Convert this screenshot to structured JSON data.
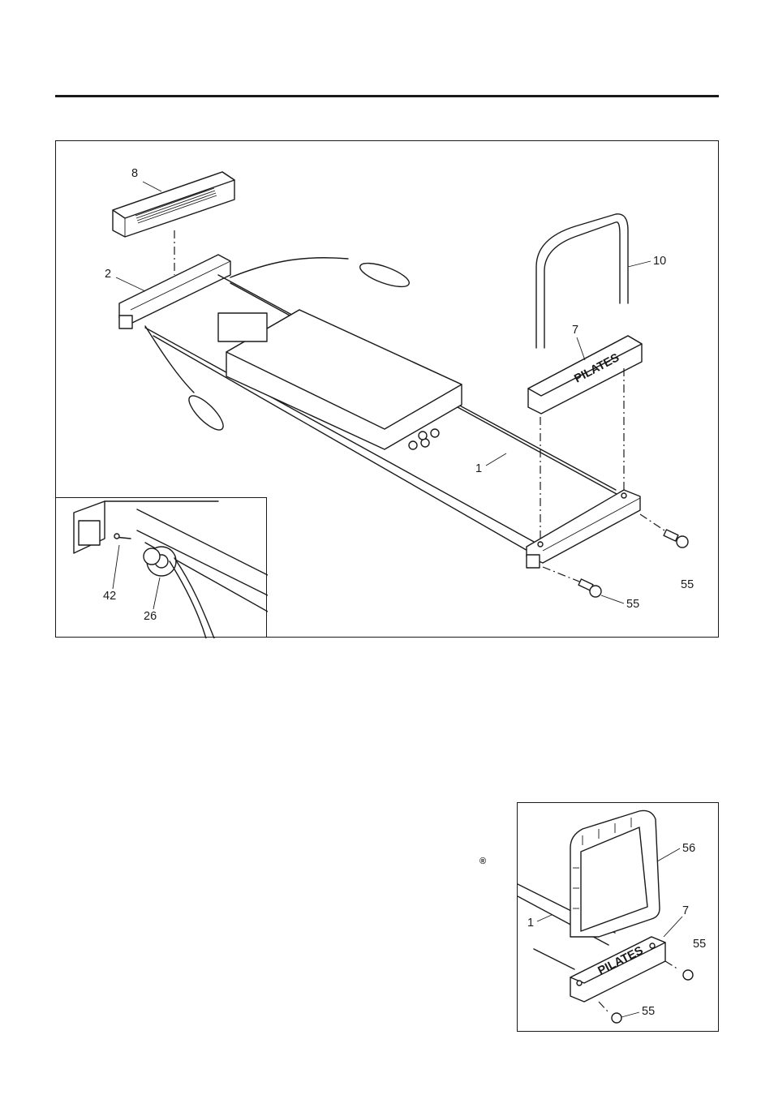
{
  "main_figure": {
    "callouts": [
      "8",
      "2",
      "10",
      "7",
      "1",
      "55",
      "55"
    ],
    "box_logo": "PILATES"
  },
  "inset_figure": {
    "callouts": [
      "42",
      "26"
    ]
  },
  "bar_figure": {
    "callouts": [
      "56",
      "7",
      "1",
      "55",
      "55"
    ],
    "box_logo": "PILATES"
  },
  "registered_mark": "®"
}
